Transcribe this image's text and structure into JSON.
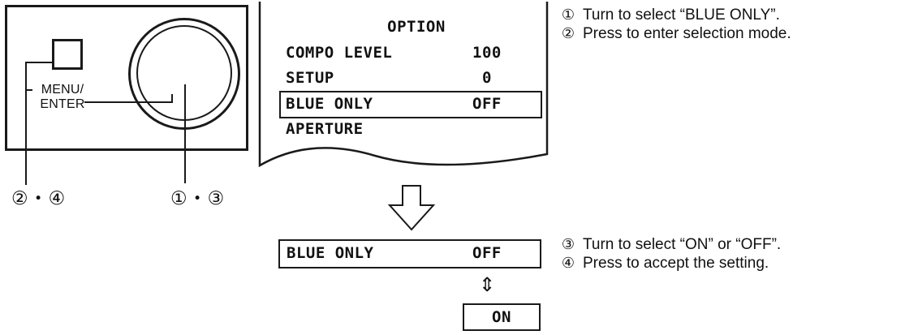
{
  "control_panel": {
    "button_label_line1": "MENU/",
    "button_label_line2": "ENTER",
    "callout_button": "②・④",
    "callout_knob": "①・③"
  },
  "screen": {
    "title": "OPTION",
    "rows": [
      {
        "label": "COMPO LEVEL",
        "value": "100"
      },
      {
        "label": "SETUP",
        "value": "0"
      },
      {
        "label": "BLUE ONLY",
        "value": "OFF"
      },
      {
        "label": "APERTURE",
        "value": ""
      }
    ]
  },
  "selection": {
    "item_label": "BLUE ONLY",
    "current_value": "OFF",
    "toggle_symbol": "⇕",
    "alternate_value": "ON"
  },
  "instructions": [
    {
      "num": "①",
      "text": "Turn to select “BLUE ONLY”."
    },
    {
      "num": "②",
      "text": "Press to enter selection mode."
    },
    {
      "num": "③",
      "text": "Turn to select “ON” or “OFF”."
    },
    {
      "num": "④",
      "text": "Press to accept the setting."
    }
  ]
}
